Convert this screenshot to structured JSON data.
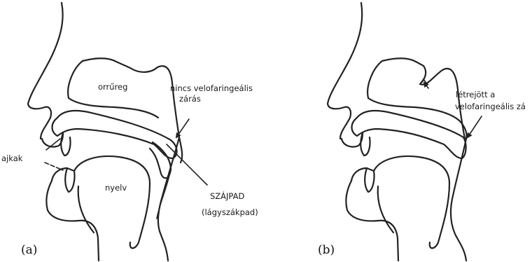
{
  "panels": [
    {
      "id": "a",
      "panel_label": "(a)",
      "labels": {
        "nasal_cavity": "orrűreg",
        "closure_line1": "nincs velofaringeális",
        "closure_line2": "zárás",
        "lips": "ajkak",
        "tongue": "nyelv",
        "palate_line1": "SZÁJPAD",
        "palate_line2": "(lágyszákpad)"
      }
    },
    {
      "id": "b",
      "panel_label": "(b)",
      "labels": {
        "closure_line1": "létrejött a",
        "closure_line2": "velofaringeális zá"
      }
    }
  ]
}
